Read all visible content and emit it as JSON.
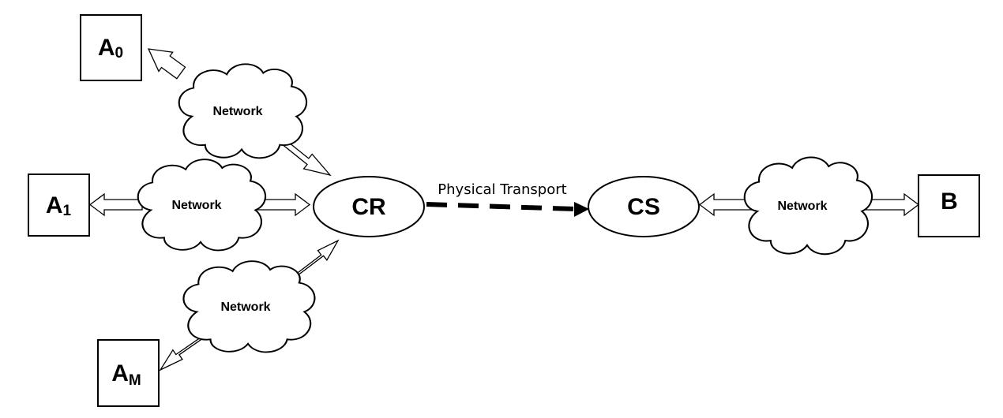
{
  "nodes": {
    "a0": {
      "label": "A",
      "sub": "0"
    },
    "a1": {
      "label": "A",
      "sub": "1"
    },
    "am": {
      "label": "A",
      "sub": "M"
    },
    "b": {
      "label": "B"
    },
    "cr": {
      "label": "CR"
    },
    "cs": {
      "label": "CS"
    }
  },
  "clouds": {
    "net_a0": "Network",
    "net_a1": "Network",
    "net_am": "Network",
    "net_b": "Network"
  },
  "edges": {
    "physical_transport": "Physical Transport"
  }
}
